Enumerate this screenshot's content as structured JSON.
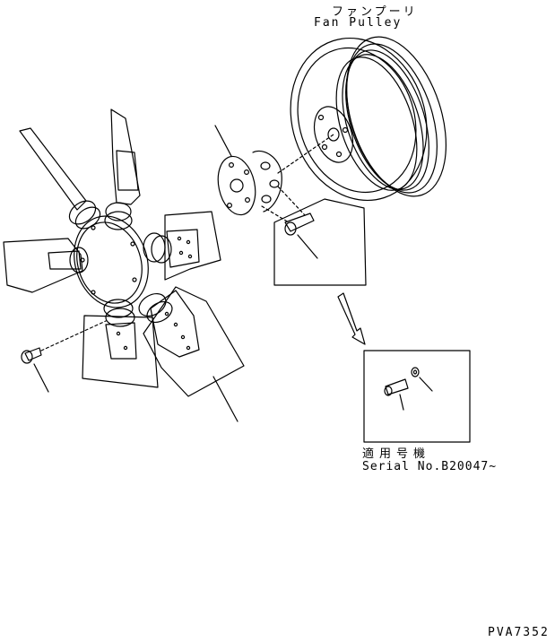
{
  "labels": {
    "pulley_jp": "ファンプーリ",
    "pulley_en": "Fan Pulley",
    "serial_jp": "適用号機",
    "serial_en": "Serial No.B20047~",
    "drawing_code": "PVA7352"
  },
  "colors": {
    "line": "#000000",
    "background": "#ffffff"
  }
}
